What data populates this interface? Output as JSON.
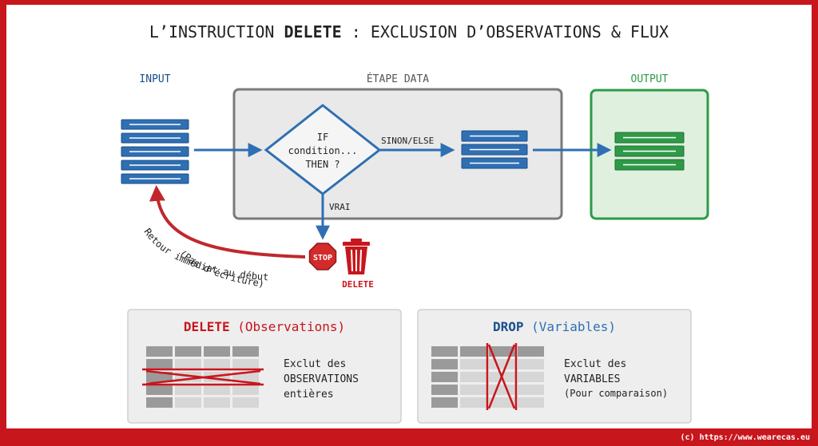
{
  "title": {
    "prefix": "L’INSTRUCTION ",
    "keyword": "DELETE",
    "suffix": " : EXCLUSION D’OBSERVATIONS & FLUX"
  },
  "flow": {
    "input_label": "INPUT",
    "data_step_label": "ÉTAPE DATA",
    "output_label": "OUTPUT",
    "decision_lines": [
      "IF",
      "condition...",
      "THEN ?"
    ],
    "else_label": "SINON/ELSE",
    "true_label": "VRAI",
    "stop_label": "STOP",
    "delete_label": "DELETE",
    "return_line1": "Retour immédiat au début",
    "return_line2": "(Pas d’écriture)"
  },
  "panels": {
    "delete": {
      "title_keyword": "DELETE",
      "title_rest": " (Observations)",
      "lines": [
        "Exclut des",
        "OBSERVATIONS",
        "entières"
      ]
    },
    "drop": {
      "title_keyword": "DROP",
      "title_rest": " (Variables)",
      "lines": [
        "Exclut des",
        "VARIABLES",
        "(Pour comparaison)"
      ]
    }
  },
  "footer": {
    "credit": "(c) https://www.wearecas.eu"
  },
  "colors": {
    "frame_red": "#c8161d",
    "blue": "#2f6fb3",
    "blue_dark": "#1a4f8a",
    "green": "#2e9a47",
    "green_light": "#dff0df",
    "grey_box": "#e9e9e9",
    "red_arrow": "#c0282d"
  }
}
